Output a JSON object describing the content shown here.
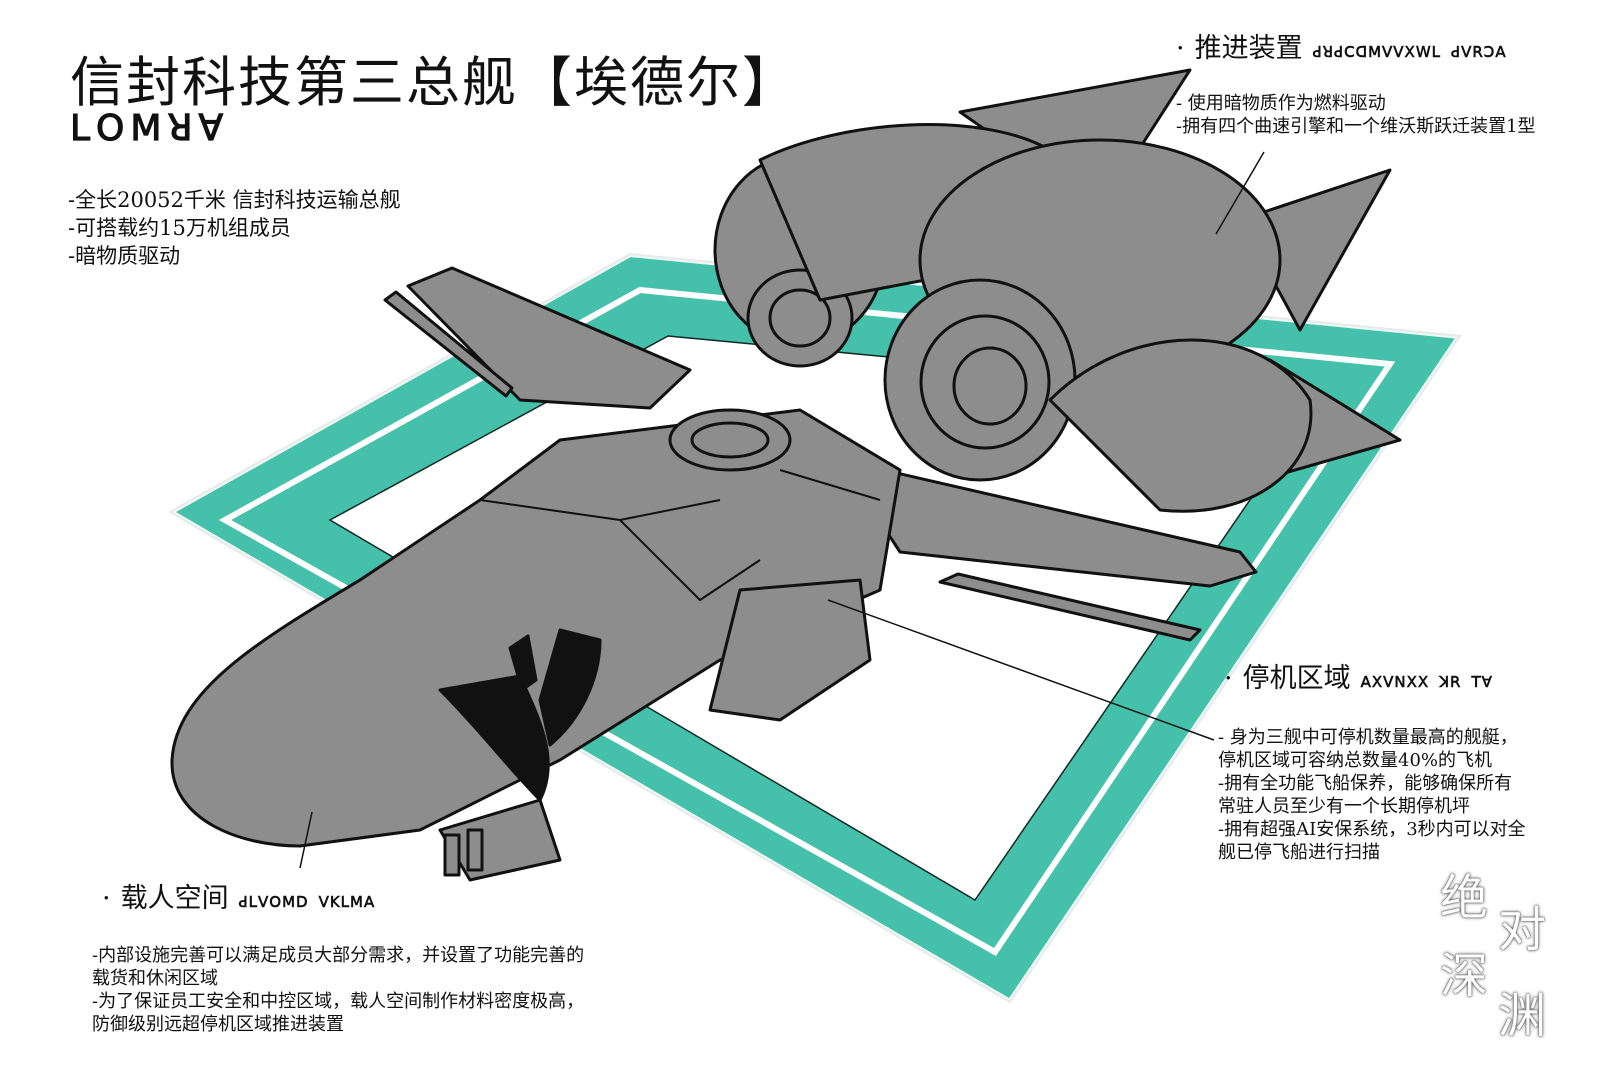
{
  "title": "信封科技第三总舰【埃德尔】",
  "title_script": "ꓡꓳꓟꓤꓯ",
  "specs": [
    "-全长20052千米 信封科技运输总舰",
    "-可搭载约15万机组成员",
    "-暗物质驱动"
  ],
  "engine": {
    "heading": "推进装置",
    "script": "ꓒꓤꓒꓚꓷꓟꓦꓦꓫꓪꓡ ꓒꓦꓣꓛꓮ",
    "lines": [
      "- 使用暗物质作为燃料驱动",
      "-拥有四个曲速引擎和一个维沃斯跃迁装置1型"
    ]
  },
  "dock": {
    "heading": "停机区域",
    "script": "ꓮꓫꓦꓠꓫꓫ ꓘꓣ ꓔꓯ",
    "lines": [
      "- 身为三舰中可停机数量最高的舰艇，",
      "停机区域可容纳总数量40%的飞机",
      "-拥有全功能飞船保养，能够确保所有",
      "常驻人员至少有一个长期停机坪",
      "-拥有超强AI安保系统，3秒内可以对全",
      "舰已停飞船进行扫描"
    ]
  },
  "cabin": {
    "heading": "载人空间",
    "script": "ꓒꓡꓦꓳꓟꓓ ꓦꓗꓡꓟꓮ",
    "lines": [
      "-内部设施完善可以满足成员大部分需求，并设置了功能完善的",
      "载货和休闲区域",
      "-为了保证员工安全和中控区域，载人空间制作材料密度极高，",
      "防御级别远超停机区域推进装置"
    ]
  },
  "watermark": [
    "绝",
    "对",
    "深",
    "渊"
  ],
  "colors": {
    "teal": "#45c0aa",
    "hull": "#8d8d8d",
    "outline": "#111111"
  }
}
